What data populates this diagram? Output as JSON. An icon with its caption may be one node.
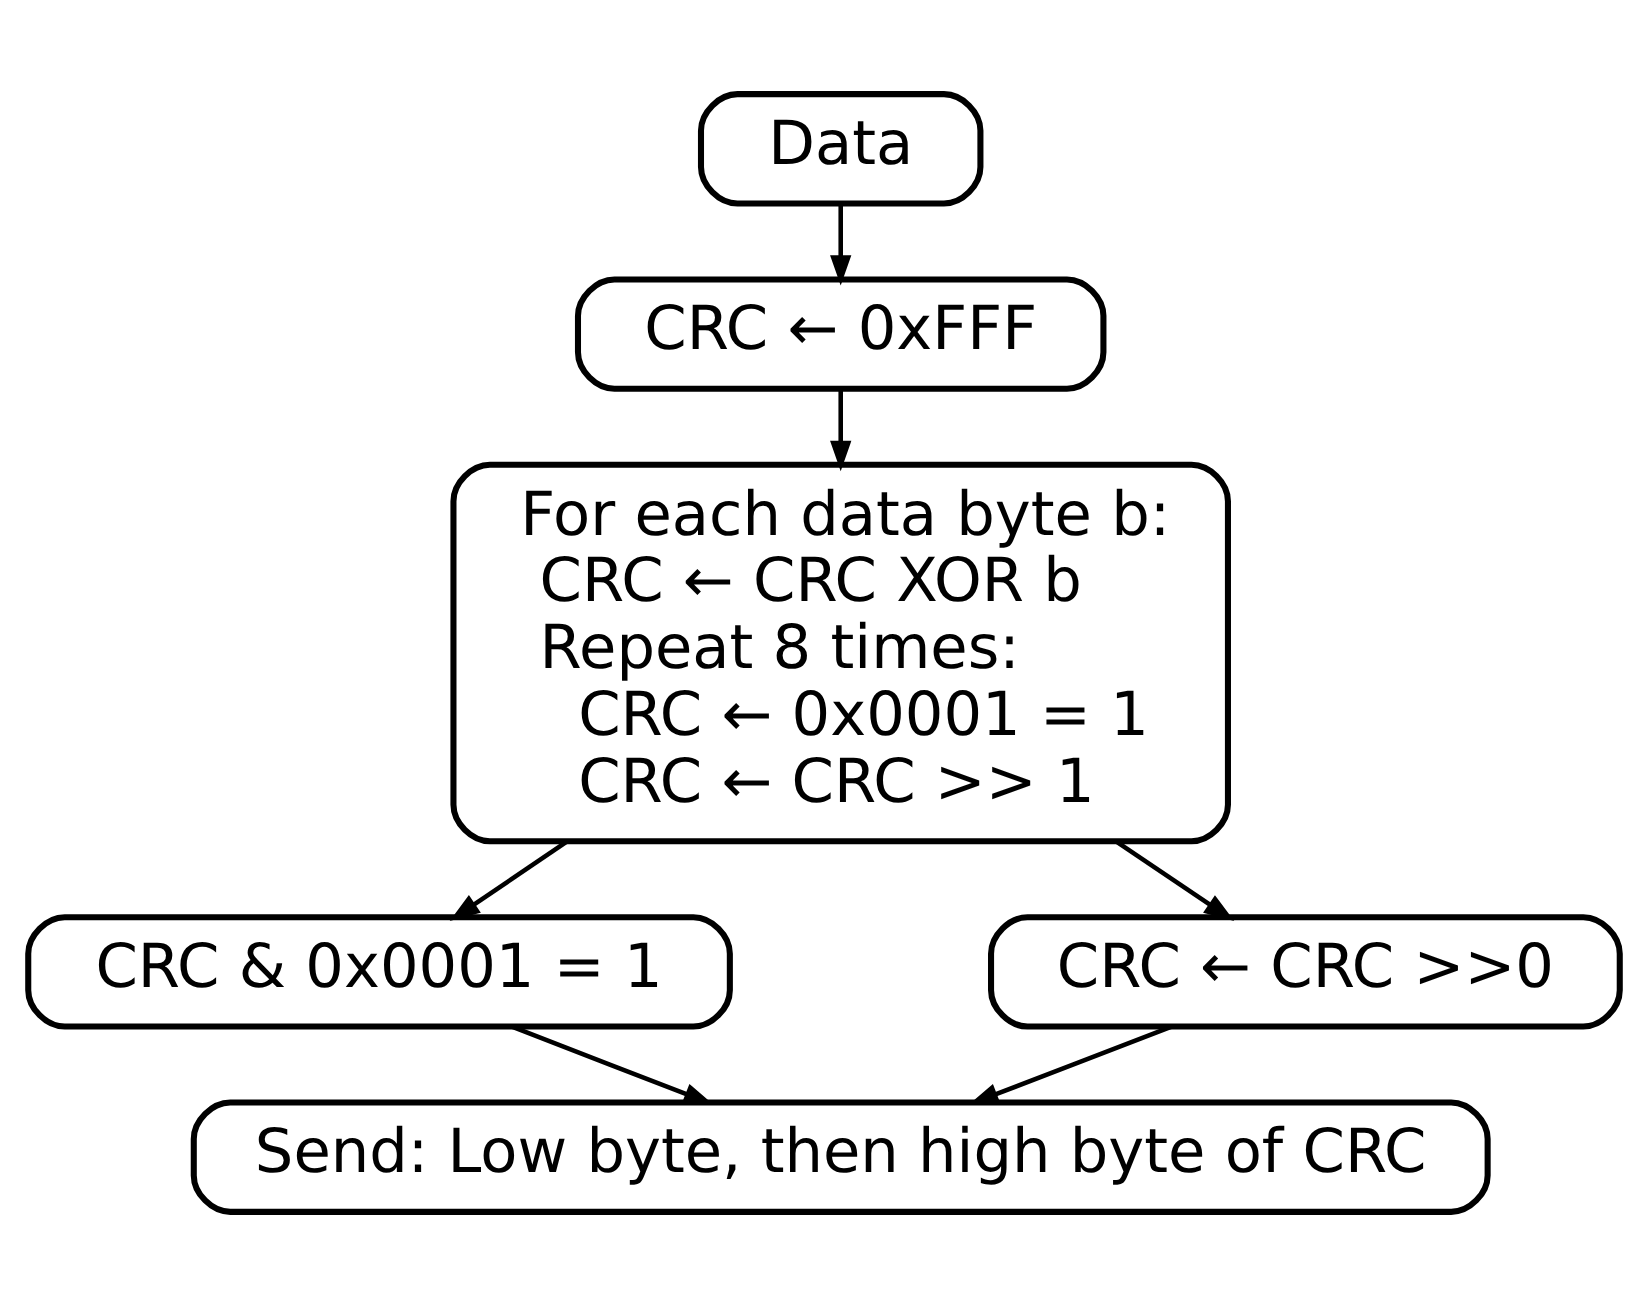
{
  "diagram": {
    "nodes": [
      {
        "text": [
          "Data"
        ]
      },
      {
        "text": [
          "CRC ← 0xFFF"
        ]
      },
      {
        "text": [
          "For each data byte b:",
          "CRC ← CRC XOR b",
          "Repeat 8 times:",
          "CRC ← 0x0001 = 1",
          "CRC ← CRC >> 1"
        ]
      },
      {
        "text": [
          "CRC & 0x0001 = 1"
        ]
      },
      {
        "text": [
          "CRC ← CRC >>0"
        ]
      },
      {
        "text": [
          "Send: Low byte, then high byte of CRC"
        ]
      }
    ],
    "edges": [
      {
        "from": 0,
        "to": 1,
        "arrow": "to"
      },
      {
        "from": 1,
        "to": 2,
        "arrow": "to"
      },
      {
        "from": 2,
        "to": 3,
        "arrow": "to"
      },
      {
        "from": 2,
        "to": 4,
        "arrow": "to"
      },
      {
        "from": 3,
        "to": 5,
        "arrow": "to"
      },
      {
        "from": 4,
        "to": 5,
        "arrow": "to"
      }
    ]
  }
}
